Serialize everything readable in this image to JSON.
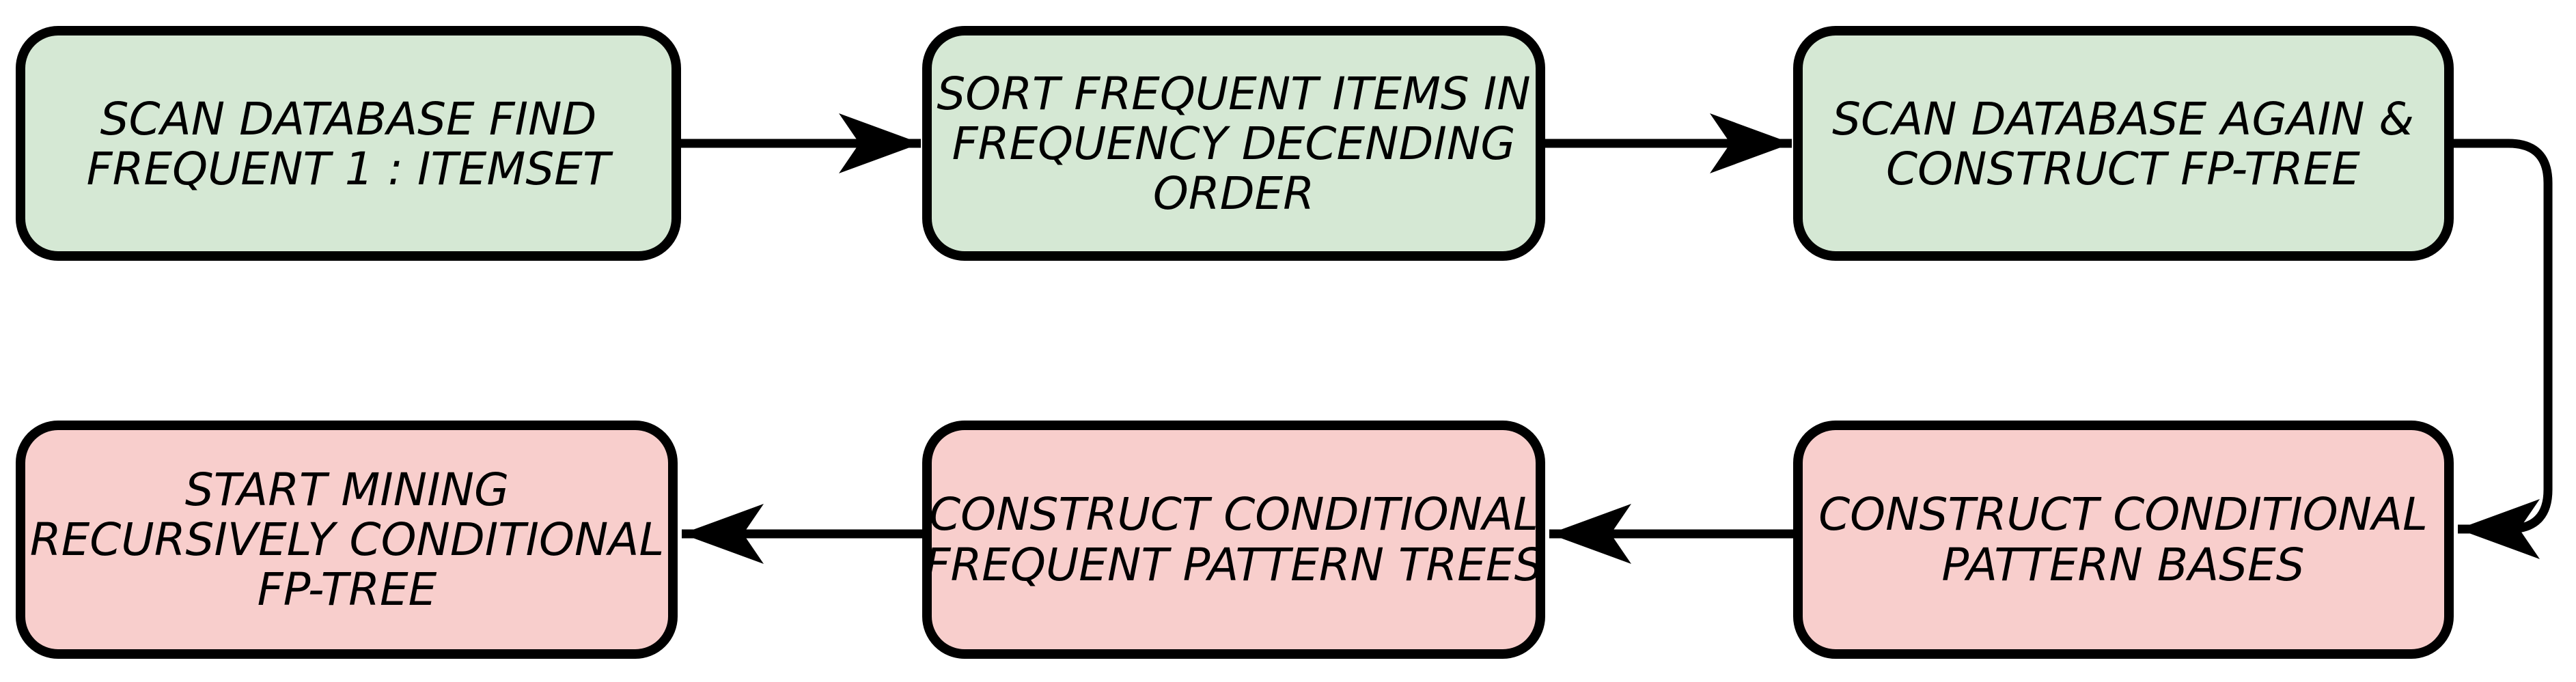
{
  "diagram": {
    "background": "#ffffff",
    "stroke_color": "#000000",
    "green_fill": "#d5e8d4",
    "pink_fill": "#f8cecc"
  },
  "nodes": [
    {
      "id": "scan-database-find-frequent-1-itemset",
      "fill": "#d5e8d4",
      "lines": [
        "SCAN DATABASE FIND",
        "FREQUENT 1 : ITEMSET"
      ]
    },
    {
      "id": "sort-frequent-items-in-frequency-decending-order",
      "fill": "#d5e8d4",
      "lines": [
        "SORT FREQUENT ITEMS IN",
        "FREQUENCY DECENDING",
        "ORDER"
      ]
    },
    {
      "id": "scan-database-again-construct-fp-tree",
      "fill": "#d5e8d4",
      "lines": [
        "SCAN DATABASE AGAIN &",
        "CONSTRUCT FP-TREE"
      ]
    },
    {
      "id": "start-mining-recursively-conditional-fp-tree",
      "fill": "#f8cecc",
      "lines": [
        "START MINING",
        "RECURSIVELY CONDITIONAL",
        "FP-TREE"
      ]
    },
    {
      "id": "construct-conditional-frequent-pattern-trees",
      "fill": "#f8cecc",
      "lines": [
        "CONSTRUCT CONDITIONAL",
        "FREQUENT PATTERN TREES"
      ]
    },
    {
      "id": "construct-conditional-pattern-bases",
      "fill": "#f8cecc",
      "lines": [
        "CONSTRUCT CONDITIONAL",
        "PATTERN BASES"
      ]
    }
  ],
  "edges": [
    {
      "from": "scan-database-find-frequent-1-itemset",
      "to": "sort-frequent-items-in-frequency-decending-order"
    },
    {
      "from": "sort-frequent-items-in-frequency-decending-order",
      "to": "scan-database-again-construct-fp-tree"
    },
    {
      "from": "scan-database-again-construct-fp-tree",
      "to": "construct-conditional-pattern-bases"
    },
    {
      "from": "construct-conditional-pattern-bases",
      "to": "construct-conditional-frequent-pattern-trees"
    },
    {
      "from": "construct-conditional-frequent-pattern-trees",
      "to": "start-mining-recursively-conditional-fp-tree"
    }
  ]
}
